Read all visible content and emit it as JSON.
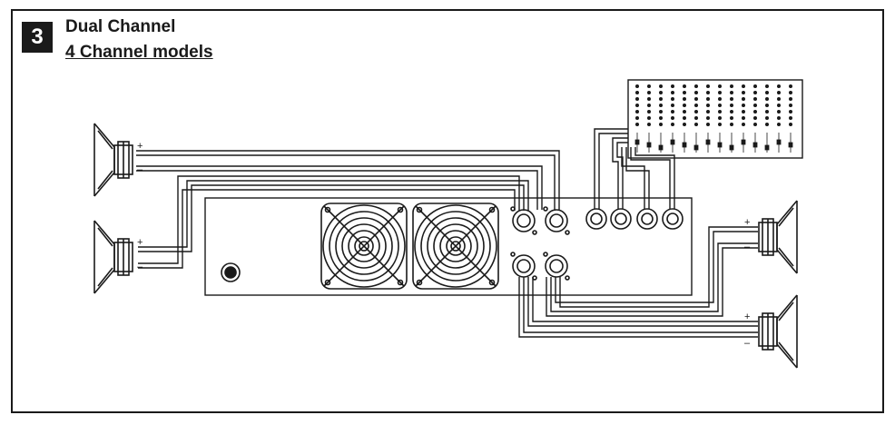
{
  "step": {
    "number": "3"
  },
  "heading": {
    "title": "Dual Channel",
    "subtitle": "4 Channel models"
  },
  "speakers": [
    {
      "plus": "+",
      "minus": "–"
    },
    {
      "plus": "+",
      "minus": "–"
    },
    {
      "plus": "+",
      "minus": "–"
    },
    {
      "plus": "+",
      "minus": "–"
    }
  ],
  "colors": {
    "line": "#1a1a1a",
    "background": "#ffffff"
  },
  "icons": [
    "loudspeaker-icon",
    "fan-grille-icon",
    "xlr-connector-icon",
    "speakon-connector-icon",
    "mixer-console-icon",
    "power-switch-icon"
  ]
}
